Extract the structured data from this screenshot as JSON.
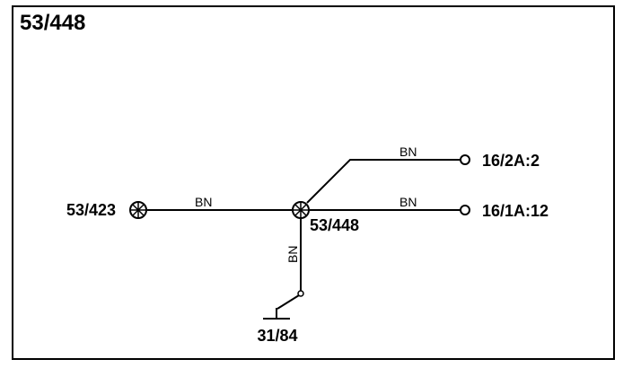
{
  "title": "53/448",
  "splices": [
    {
      "id": "53/423",
      "label": "53/423"
    },
    {
      "id": "53/448",
      "label": "53/448"
    }
  ],
  "connectors": [
    {
      "label": "16/2A:2"
    },
    {
      "label": "16/1A:12"
    }
  ],
  "ground": {
    "label": "31/84"
  },
  "wires": [
    {
      "color_code": "BN"
    },
    {
      "color_code": "BN"
    },
    {
      "color_code": "BN"
    },
    {
      "color_code": "BN"
    }
  ],
  "colors": {
    "line": "#000000",
    "background": "#ffffff"
  }
}
